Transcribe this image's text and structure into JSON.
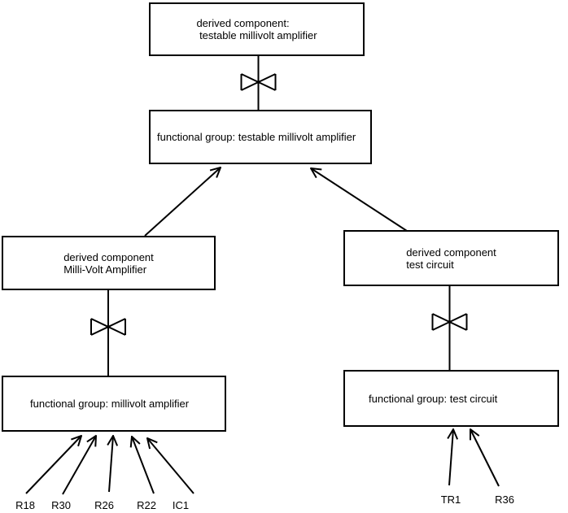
{
  "nodes": {
    "top_derived": {
      "label": "derived component:\n testable millivolt amplifier"
    },
    "top_functional": {
      "label": "functional group: testable millivolt amplifier"
    },
    "left_derived": {
      "label": "derived component\nMilli-Volt Amplifier"
    },
    "left_functional": {
      "label": "functional group: millivolt amplifier"
    },
    "right_derived": {
      "label": "derived component\ntest circuit"
    },
    "right_functional": {
      "label": "functional group: test circuit"
    }
  },
  "components_left": [
    "R18",
    "R30",
    "R26",
    "R22",
    "IC1"
  ],
  "components_right": [
    "TR1",
    "R36"
  ],
  "icons": {
    "bowtie": "decomposition-bowtie"
  },
  "colors": {
    "line": "#000000",
    "text": "#000000",
    "background": "#ffffff"
  }
}
